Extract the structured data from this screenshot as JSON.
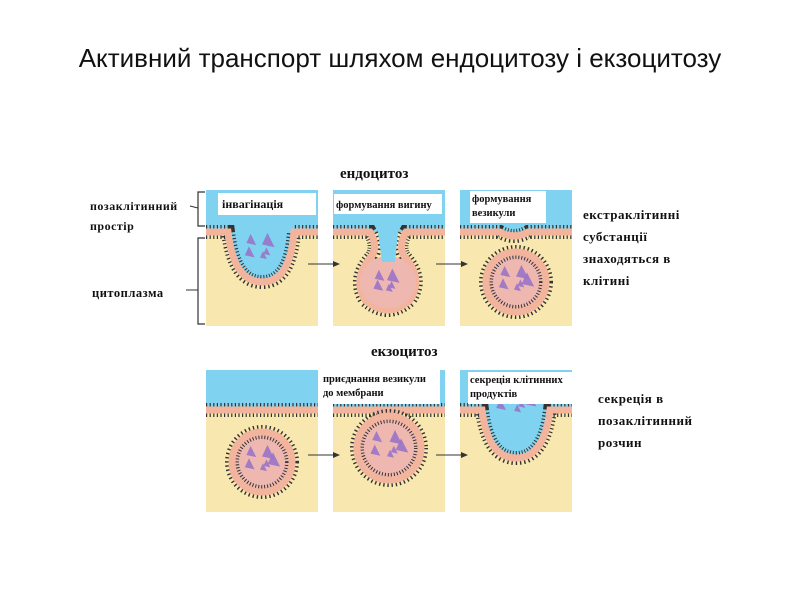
{
  "title": "Активний транспорт шляхом ендоцитозу і екзоцитозу",
  "endocytosis": {
    "header": "ендоцитоз",
    "left_labels": {
      "extracellular": "позаклітинний\nпростір",
      "cytoplasm": "цитоплазма"
    },
    "panel_labels": [
      "інвагінація",
      "формування вигину",
      "формування\nвезикули"
    ],
    "side_text": "екстраклітинні\nсубстанції\nзнаходяться в\nклітині"
  },
  "exocytosis": {
    "header": "екзоцитоз",
    "panel_labels": [
      "приєднання везикули\nдо мембрани",
      "секреція клітинних\nпродуктів"
    ],
    "side_text": "секреція в\nпозаклітинний\nрозчин"
  },
  "colors": {
    "extracellular": "#7fd3f0",
    "cytoplasm": "#f8e8b0",
    "membrane": "#f2b49c",
    "vesicle_inside": "#eeb8b0",
    "particle": "#9a74c8"
  }
}
